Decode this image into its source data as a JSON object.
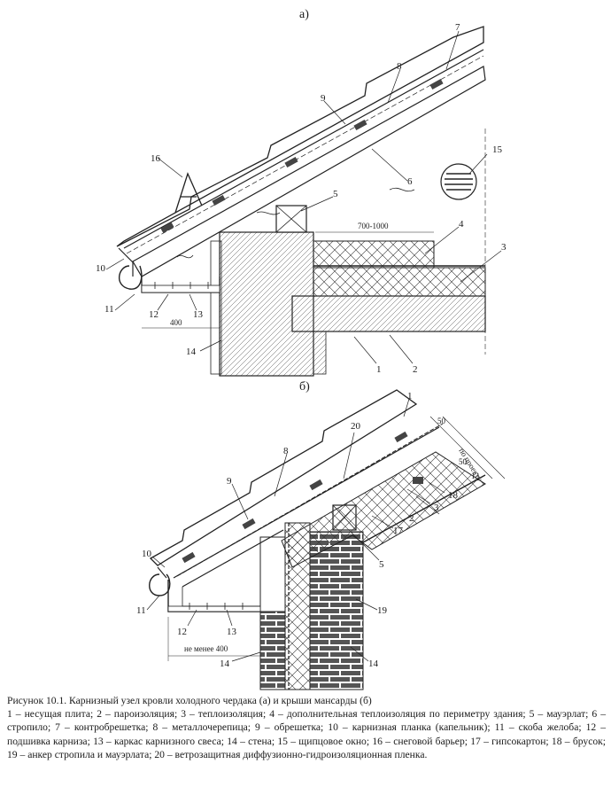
{
  "panel_a": {
    "title": "а)",
    "labels": [
      "1",
      "2",
      "3",
      "4",
      "5",
      "6",
      "7",
      "8",
      "9",
      "10",
      "11",
      "12",
      "13",
      "14",
      "15",
      "16"
    ],
    "dim_overhang": "400",
    "dim_width": "700-1000"
  },
  "panel_b": {
    "title": "б)",
    "labels": [
      "1",
      "2",
      "3",
      "5",
      "8",
      "9",
      "10",
      "11",
      "12",
      "13",
      "14",
      "14",
      "17",
      "18",
      "19",
      "20"
    ],
    "dim_overhang": "не менее 400",
    "dim_50a": "50",
    "dim_50b": "50",
    "dim_project": "по проекту",
    "dim_13": "13"
  },
  "caption": {
    "title": "Рисунок 10.1. Карнизный узел кровли холодного чердака (а) и крыши мансарды (б)",
    "legend": "1 – несущая плита; 2 – пароизоляция; 3 – теплоизоляция; 4 – дополнительная теплоизоляция по периметру здания; 5 – мауэрлат; 6 – стропило; 7 – контробрешетка; 8 – металлочерепица; 9 – обрешетка; 10 – карнизная планка (капельник); 11 – скоба желоба; 12 – подшивка карниза; 13 – каркас карнизного свеса; 14 – стена; 15 – щипцовое окно; 16 – снеговой барьер; 17 – гипсокартон; 18 – брусок; 19 – анкер стропила и мауэрлата; 20 – ветрозащитная диффузионно-гидроизоляционная пленка."
  }
}
